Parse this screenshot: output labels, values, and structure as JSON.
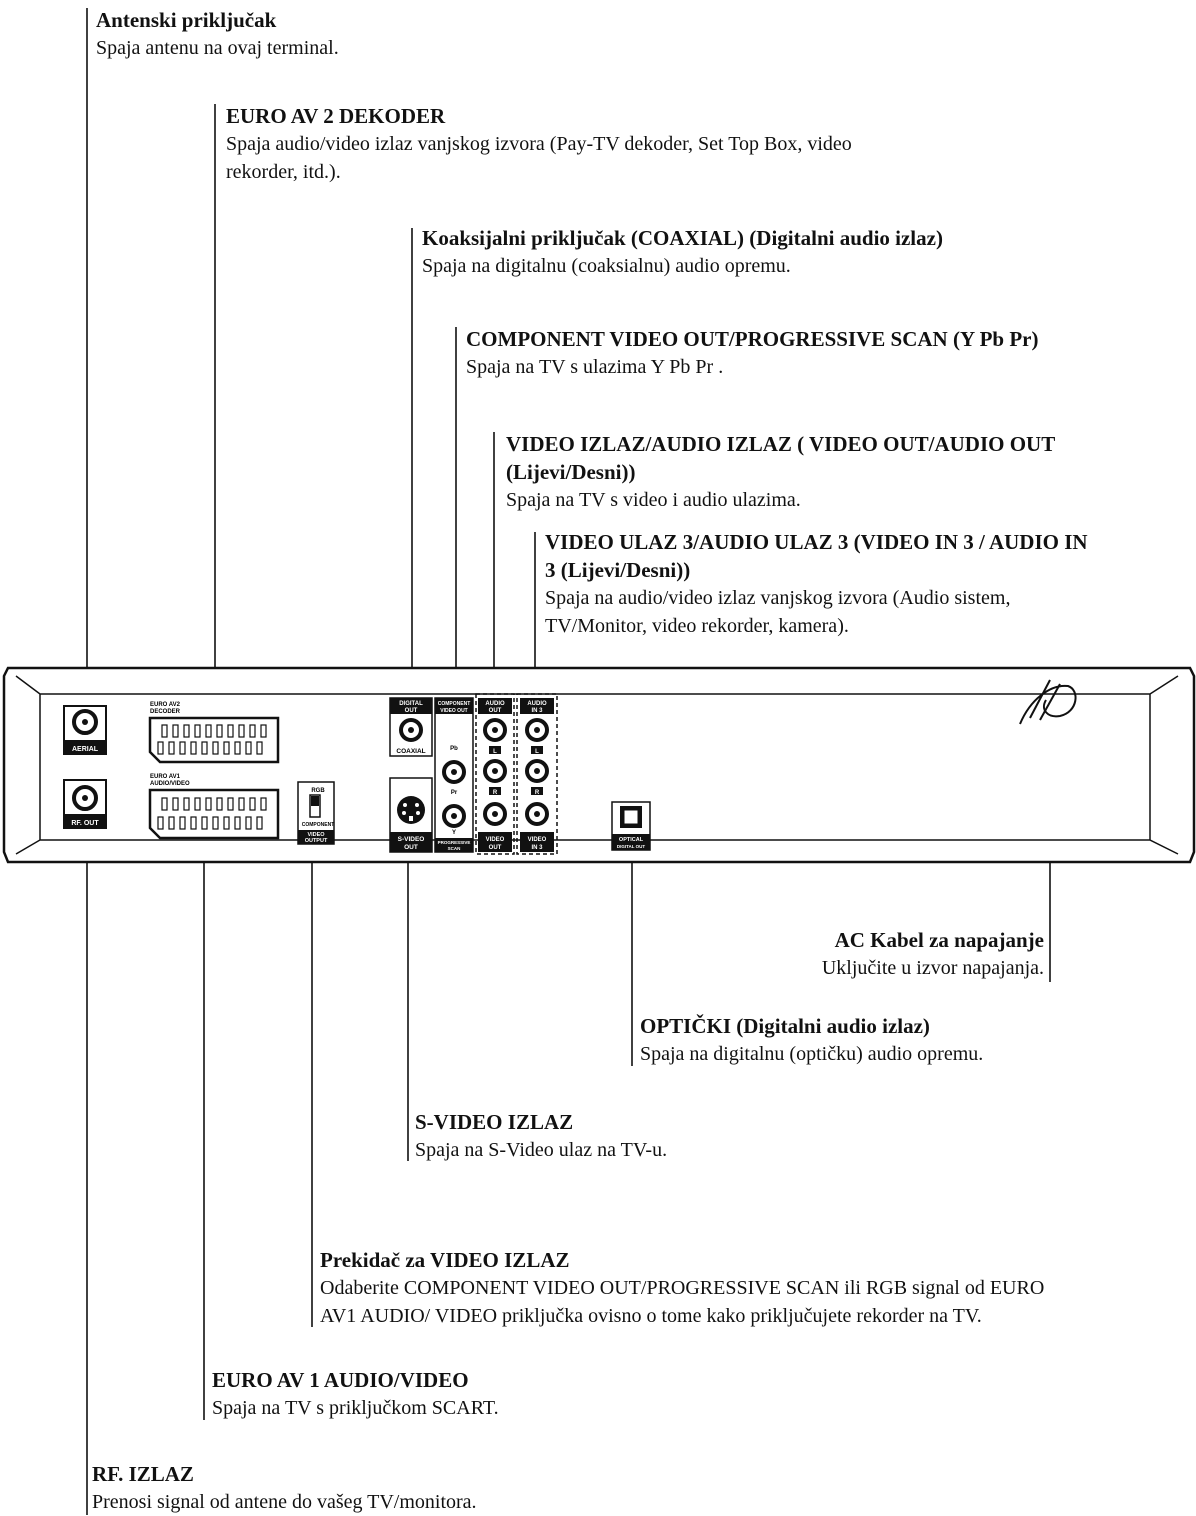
{
  "callouts": {
    "antenna": {
      "title": "Antenski priključak",
      "desc": "Spaja antenu na ovaj terminal."
    },
    "euro_av2": {
      "title": "EURO AV 2 DEKODER",
      "desc1": "Spaja audio/video izlaz vanjskog izvora (Pay-TV dekoder, Set Top Box, video",
      "desc2": "rekorder, itd.)."
    },
    "coaxial": {
      "title": "Koaksijalni priključak (COAXIAL) (Digitalni audio izlaz)",
      "desc": "Spaja na digitalnu (coaksialnu) audio opremu."
    },
    "component": {
      "title": "COMPONENT VIDEO OUT/PROGRESSIVE SCAN (Y Pb Pr)",
      "desc": "Spaja na TV s ulazima Y Pb Pr ."
    },
    "video_out": {
      "title1": "VIDEO IZLAZ/AUDIO IZLAZ ( VIDEO OUT/AUDIO OUT",
      "title2": "(Lijevi/Desni))",
      "desc": "Spaja na TV s video i audio ulazima."
    },
    "video_in3": {
      "title1": "VIDEO ULAZ 3/AUDIO ULAZ 3 (VIDEO IN 3 / AUDIO IN",
      "title2": "3 (Lijevi/Desni))",
      "desc1": "Spaja na audio/video izlaz vanjskog izvora (Audio sistem,",
      "desc2": "TV/Monitor, video rekorder, kamera)."
    },
    "ac_cable": {
      "title": "AC Kabel za napajanje",
      "desc": "Uključite u izvor napajanja."
    },
    "optical": {
      "title": "OPTIČKI (Digitalni audio izlaz)",
      "desc": "Spaja na digitalnu (optičku) audio opremu."
    },
    "svideo": {
      "title": "S-VIDEO IZLAZ",
      "desc": "Spaja na S-Video ulaz na TV-u."
    },
    "video_switch": {
      "title": "Prekidač za VIDEO IZLAZ",
      "desc1": "Odaberite COMPONENT VIDEO OUT/PROGRESSIVE SCAN ili RGB signal od EURO",
      "desc2": "AV1 AUDIO/ VIDEO priključka ovisno o tome kako priključujete rekorder na TV."
    },
    "euro_av1": {
      "title": "EURO AV 1 AUDIO/VIDEO",
      "desc": "Spaja na TV s priključkom SCART."
    },
    "rf_out": {
      "title": "RF. IZLAZ",
      "desc": "Prenosi signal od antene do vašeg TV/monitora."
    }
  },
  "panel_labels": {
    "aerial": "AERIAL",
    "rf_out": "RF. OUT",
    "euro_av2_1": "EURO AV2",
    "euro_av2_2": "DECODER",
    "euro_av1_1": "EURO AV1",
    "euro_av1_2": "AUDIO/VIDEO",
    "rgb": "RGB",
    "component": "COMPONENT",
    "video_output_1": "VIDEO",
    "video_output_2": "OUTPUT",
    "digital_out_1": "DIGITAL",
    "digital_out_2": "OUT",
    "coaxial": "COAXIAL",
    "comp_video_out_1": "COMPONENT",
    "comp_video_out_2": "VIDEO OUT",
    "pb": "Pb",
    "pr": "Pr",
    "y": "Y",
    "progressive_1": "PROGRESSIVE",
    "progressive_2": "SCAN",
    "svideo_out_1": "S-VIDEO",
    "svideo_out_2": "OUT",
    "audio_out_1": "AUDIO",
    "audio_out_2": "OUT",
    "l": "L",
    "r": "R",
    "video_out_1": "VIDEO",
    "video_out_2": "OUT",
    "audio_in3_1": "AUDIO",
    "audio_in3_2": "IN 3",
    "video_in3_1": "VIDEO",
    "video_in3_2": "IN 3",
    "optical_1": "OPTICAL",
    "optical_2": "DIGITAL OUT"
  }
}
